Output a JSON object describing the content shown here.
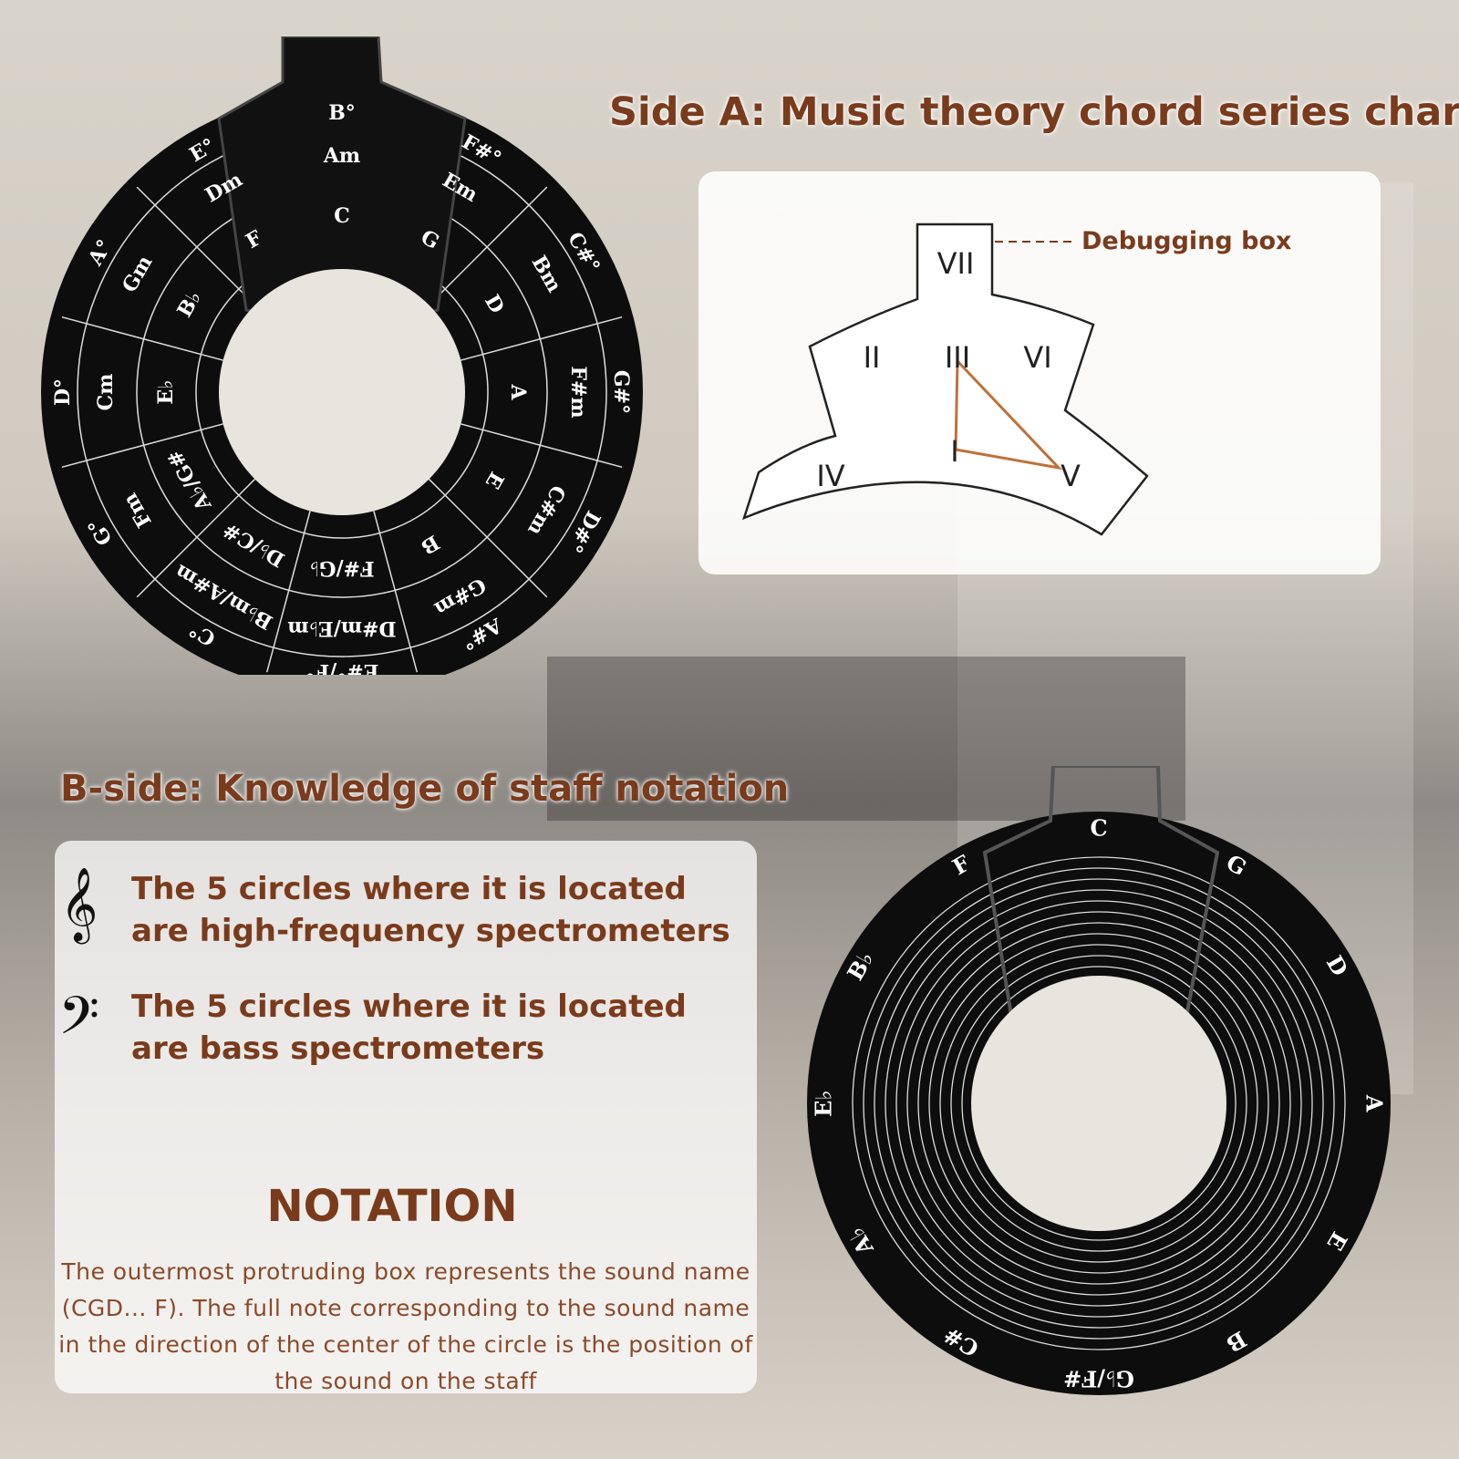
{
  "side_a": {
    "title": "Side A: Music theory chord series chart",
    "wheel": {
      "major": [
        "C",
        "G",
        "D",
        "A",
        "E",
        "B",
        "F#/G♭",
        "D♭/C#",
        "A♭/G#",
        "E♭",
        "B♭",
        "F"
      ],
      "minor": [
        "Am",
        "Em",
        "Bm",
        "F#m",
        "C#m",
        "G#m",
        "D#m/E♭m",
        "B♭m/A#m",
        "Fm",
        "Cm",
        "Gm",
        "Dm"
      ],
      "diminished": [
        "B°",
        "F#°",
        "C#°",
        "G#°",
        "D#°",
        "A#°",
        "E#°/F°",
        "C°",
        "G°",
        "D°",
        "A°",
        "E°"
      ]
    },
    "diagram": {
      "callout": "Debugging box",
      "numerals": [
        "VII",
        "II",
        "III",
        "VI",
        "IV",
        "I",
        "V"
      ]
    }
  },
  "side_b": {
    "title": "B-side: Knowledge of staff notation",
    "treble_text": "The 5 circles where it is located are high-frequency spectrometers",
    "bass_text": "The 5 circles where it is located are bass spectrometers",
    "notation_heading": "NOTATION",
    "notation_text": "The outermost protruding box represents the sound name (CGD... F). The full note corresponding to the sound name in the direction of the center of the circle is the position of the sound on the staff",
    "wheel_notes": [
      "C",
      "G",
      "D",
      "A",
      "E",
      "B",
      "G♭/F#",
      "C#",
      "A♭",
      "E♭",
      "B♭",
      "F"
    ]
  },
  "colors": {
    "accent": "#7a3b1c",
    "disc": "#0d0d0d",
    "triangle": "#c0703a"
  }
}
